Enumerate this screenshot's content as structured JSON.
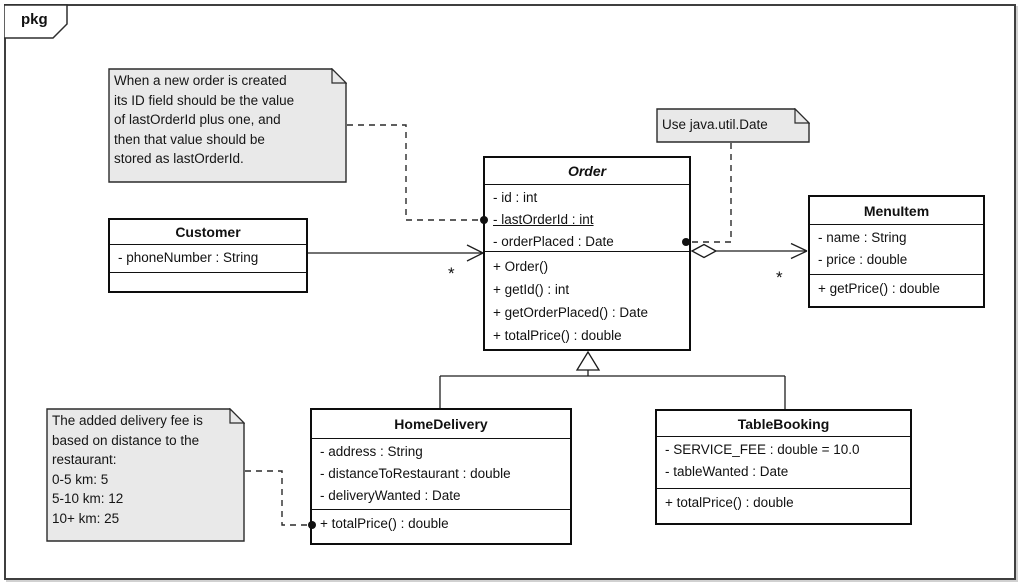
{
  "frame": {
    "tab_label": "pkg",
    "type": "package-frame"
  },
  "colors": {
    "note_fill": "#e9e9e9",
    "box_fill": "#ffffff",
    "line_color": "#1f1f1f",
    "frame_border": "#3f3f3f"
  },
  "notes": {
    "order_id_note": {
      "lines": [
        "When a new order is created",
        "its ID field should be the value",
        "of lastOrderId plus one, and",
        "then that value should be",
        "stored as lastOrderId."
      ]
    },
    "date_note": {
      "text": "Use java.util.Date"
    },
    "delivery_fee_note": {
      "lines": [
        "The added delivery fee is",
        "based on distance to the",
        "restaurant:",
        "0-5 km: 5",
        "5-10 km: 12",
        "10+ km: 25"
      ]
    }
  },
  "classes": {
    "customer": {
      "name": "Customer",
      "attributes": [
        "- phoneNumber : String"
      ],
      "methods": []
    },
    "order": {
      "name": "Order",
      "abstract": true,
      "attributes": [
        "- id : int",
        "- lastOrderId : int",
        "- orderPlaced : Date"
      ],
      "static_attributes": [
        "lastOrderId"
      ],
      "methods": [
        "+ Order()",
        "+ getId() : int",
        "+ getOrderPlaced() : Date",
        "+ totalPrice() : double"
      ]
    },
    "menu_item": {
      "name": "MenuItem",
      "attributes": [
        "- name : String",
        "- price : double"
      ],
      "methods": [
        "+ getPrice() : double"
      ]
    },
    "home_delivery": {
      "name": "HomeDelivery",
      "attributes": [
        "- address : String",
        "- distanceToRestaurant : double",
        "- deliveryWanted : Date"
      ],
      "methods": [
        "+ totalPrice() : double"
      ]
    },
    "table_booking": {
      "name": "TableBooking",
      "attributes": [
        "- SERVICE_FEE : double = 10.0",
        "- tableWanted : Date"
      ],
      "methods": [
        "+ totalPrice() : double"
      ]
    }
  },
  "relationships": {
    "customer_order": {
      "type": "association",
      "source": "Customer",
      "target": "Order",
      "target_multiplicity": "*"
    },
    "order_menuitem": {
      "type": "aggregation",
      "source": "Order",
      "target": "MenuItem",
      "target_multiplicity": "*"
    },
    "homedelivery_order": {
      "type": "generalization",
      "source": "HomeDelivery",
      "target": "Order"
    },
    "tablebooking_order": {
      "type": "generalization",
      "source": "TableBooking",
      "target": "Order"
    }
  }
}
